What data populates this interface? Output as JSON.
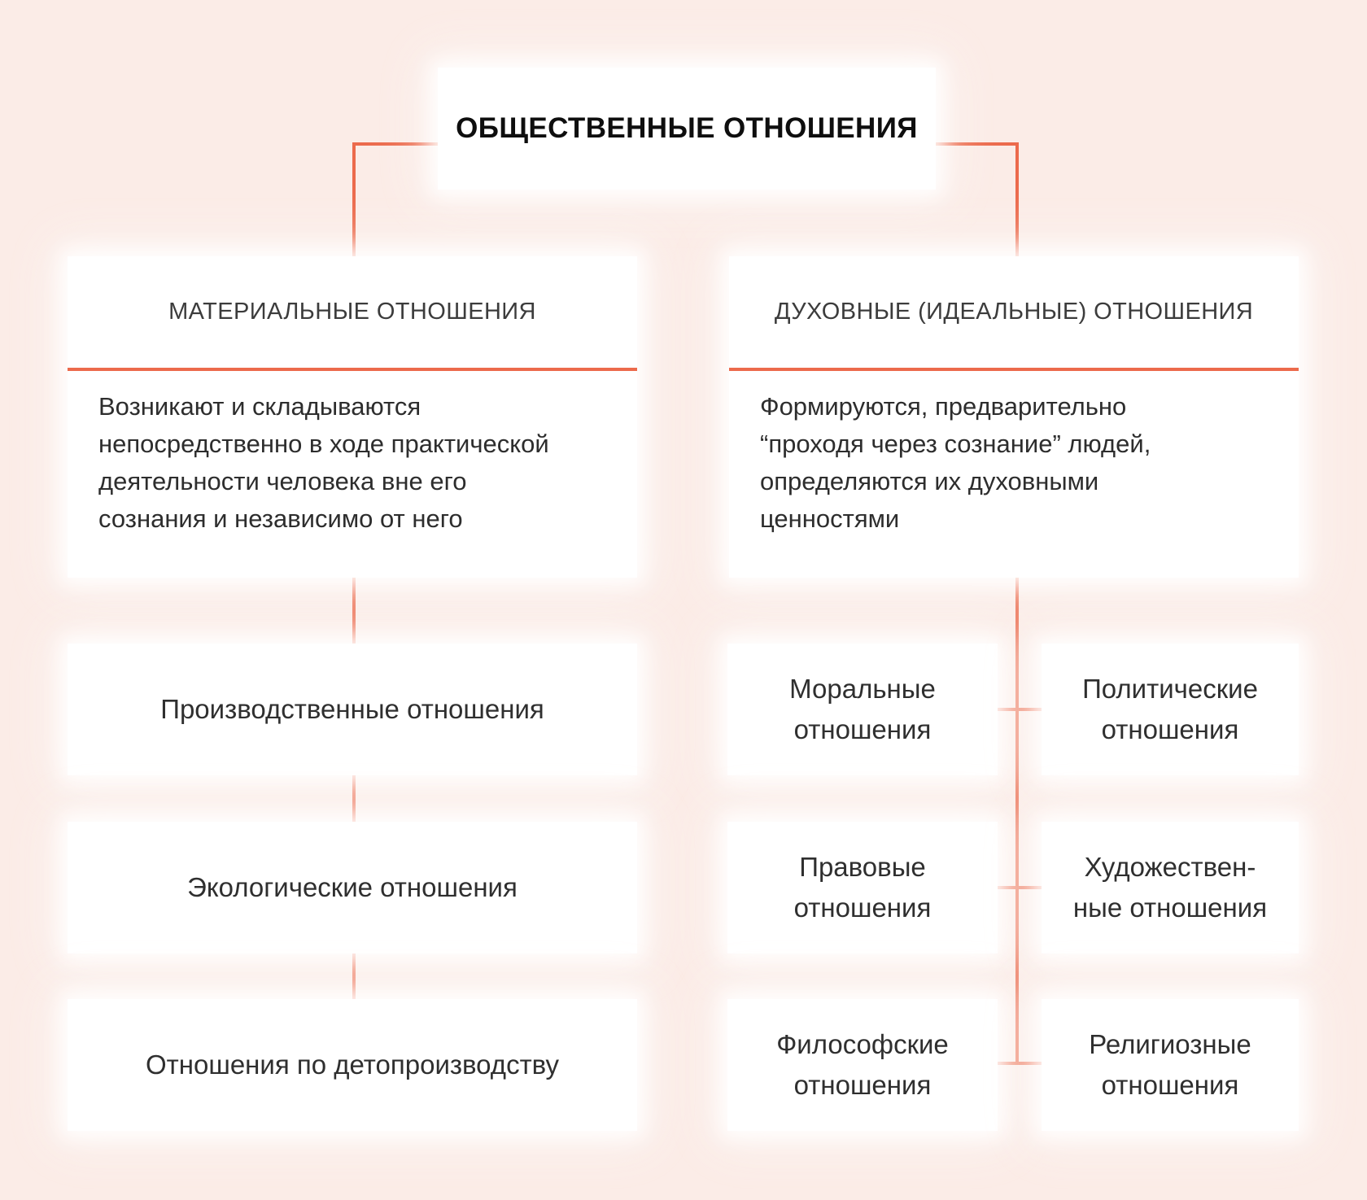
{
  "style": {
    "background_color": "#fbece7",
    "accent_color": "#ec6a4c",
    "box_color": "#ffffff",
    "title_color": "#0e0e0e",
    "text_color": "#2d2d2d"
  },
  "root": {
    "title": "ОБЩЕСТВЕННЫЕ ОТНОШЕНИЯ"
  },
  "branches": {
    "material": {
      "title": "МАТЕРИАЛЬНЫЕ ОТНОШЕНИЯ",
      "description": "Возникают и складываются\nнепосредственно в ходе практической\nдеятельности человека вне его\nсознания и независимо от него",
      "children": [
        "Производственные отношения",
        "Экологические отношения",
        "Отношения по детопроизводству"
      ]
    },
    "spiritual": {
      "title": "ДУХОВНЫЕ (ИДЕАЛЬНЫЕ) ОТНОШЕНИЯ",
      "description": "Формируются, предварительно\n“проходя через сознание” людей,\nопределяются их духовными\nценностями",
      "children_left": [
        "Моральные\nотношения",
        "Правовые\nотношения",
        "Философские\nотношения"
      ],
      "children_right": [
        "Политические\nотношения",
        "Художествен-\nные отношения",
        "Религиозные\nотношения"
      ]
    }
  }
}
